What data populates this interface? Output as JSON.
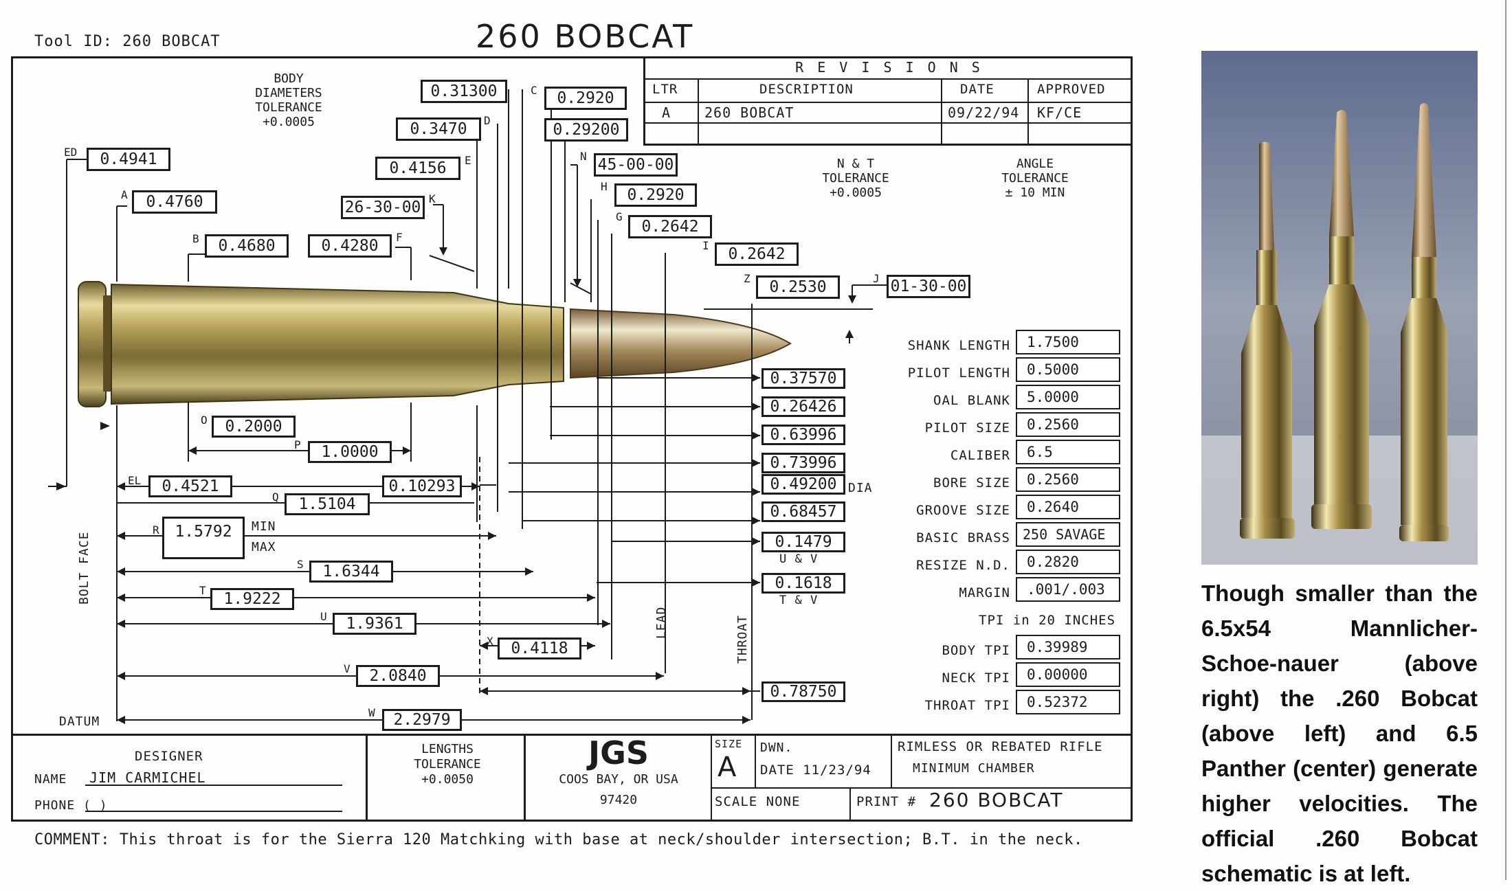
{
  "tool_id": "Tool ID: 260 BOBCAT",
  "title": "260 BOBCAT",
  "body_tolerance": {
    "l1": "BODY",
    "l2": "DIAMETERS",
    "l3": "TOLERANCE",
    "l4": "+0.0005"
  },
  "nt_tolerance": {
    "l1": "N & T",
    "l2": "TOLERANCE",
    "l3": "+0.0005"
  },
  "angle_tolerance": {
    "l1": "ANGLE",
    "l2": "TOLERANCE",
    "l3": "± 10 MIN"
  },
  "lengths_tolerance": {
    "l1": "LENGTHS",
    "l2": "TOLERANCE",
    "l3": "+0.0050"
  },
  "revisions": {
    "header": "R E V I S I O N S",
    "columns": [
      "LTR",
      "DESCRIPTION",
      "DATE",
      "APPROVED"
    ],
    "row": {
      "ltr": "A",
      "description": "260 BOBCAT",
      "date": "09/22/94",
      "approved": "KF/CE"
    }
  },
  "dims": {
    "ED": "0.4941",
    "A": "0.4760",
    "B": "0.4680",
    "F": "0.4280",
    "K": "26-30-00",
    "E": "0.4156",
    "D": "0.3470",
    "top": "0.31300",
    "C1": "0.2920",
    "C2": "0.29200",
    "N": "45-00-00",
    "H": "0.2920",
    "G": "0.2642",
    "I": "0.2642",
    "Z": "0.2530",
    "J": "01-30-00",
    "O": "0.2000",
    "P": "1.0000",
    "EL": "0.4521",
    "Q": "1.5104",
    "mid": "0.10293",
    "R": "1.5792",
    "S": "1.6344",
    "T": "1.9222",
    "U": "1.9361",
    "X": "0.4118",
    "V": "2.0840",
    "W": "2.2979"
  },
  "letters": {
    "ED": "ED",
    "A": "A",
    "B": "B",
    "F": "F",
    "K": "K",
    "E": "E",
    "D": "D",
    "C": "C",
    "N": "N",
    "H": "H",
    "G": "G",
    "I": "I",
    "Z": "Z",
    "J": "J",
    "O": "O",
    "P": "P",
    "EL": "EL",
    "Q": "Q",
    "R": "R",
    "S": "S",
    "T": "T",
    "U": "U",
    "X": "X",
    "V": "V",
    "W": "W"
  },
  "min_label": "MIN",
  "max_label": "MAX",
  "right_dims": [
    "0.37570",
    "0.26426",
    "0.63996",
    "0.73996",
    "0.49200",
    "0.68457",
    "0.1479",
    "0.1618",
    "0.78750"
  ],
  "dia_label": "DIA",
  "uv_label": "U & V",
  "tv_label": "T & V",
  "bolt_face": "BOLT FACE",
  "lead": "LEAD",
  "throat": "THROAT",
  "datum": "DATUM",
  "specs": [
    {
      "label": "SHANK LENGTH",
      "value": "1.7500"
    },
    {
      "label": "PILOT LENGTH",
      "value": "0.5000"
    },
    {
      "label": "OAL BLANK",
      "value": "5.0000"
    },
    {
      "label": "PILOT SIZE",
      "value": "0.2560"
    },
    {
      "label": "CALIBER",
      "value": "6.5"
    },
    {
      "label": "BORE SIZE",
      "value": "0.2560"
    },
    {
      "label": "GROOVE SIZE",
      "value": "0.2640"
    },
    {
      "label": "BASIC BRASS",
      "value": "250 SAVAGE"
    },
    {
      "label": "RESIZE N.D.",
      "value": "0.2820"
    },
    {
      "label": "MARGIN",
      "value": ".001/.003"
    }
  ],
  "tpi_header": "TPI  in 20 INCHES",
  "tpi": [
    {
      "label": "BODY TPI",
      "value": "0.39989"
    },
    {
      "label": "NECK TPI",
      "value": "0.00000"
    },
    {
      "label": "THROAT TPI",
      "value": "0.52372"
    }
  ],
  "title_block": {
    "designer_label": "DESIGNER",
    "name_label": "NAME",
    "name": "JIM CARMICHEL",
    "phone_label": "PHONE (      )",
    "company": "JGS",
    "city": "COOS BAY,  OR USA",
    "zip": "97420",
    "size_label": "SIZE",
    "size": "A",
    "dwn_label": "DWN.",
    "date": "DATE 11/23/94",
    "desc1": "RIMLESS OR REBATED RIFLE",
    "desc2": "MINIMUM CHAMBER",
    "scale": "SCALE   NONE",
    "print_label": "PRINT #",
    "print": "260 BOBCAT"
  },
  "comment": "COMMENT:  This throat is for the Sierra 120 Matchking with base at neck/shoulder intersection; B.T. in the neck.",
  "caption": "Though smaller than the 6.5x54 Mannlicher-Schoe-nauer (above right) the .260 Bobcat (above left) and 6.5 Panther (center) generate higher velocities. The official .260 Bobcat schematic is at left.",
  "colors": {
    "ink": "#1c1c1c",
    "brass": "#c9b46a",
    "photo_bg": "#8c95a6"
  }
}
